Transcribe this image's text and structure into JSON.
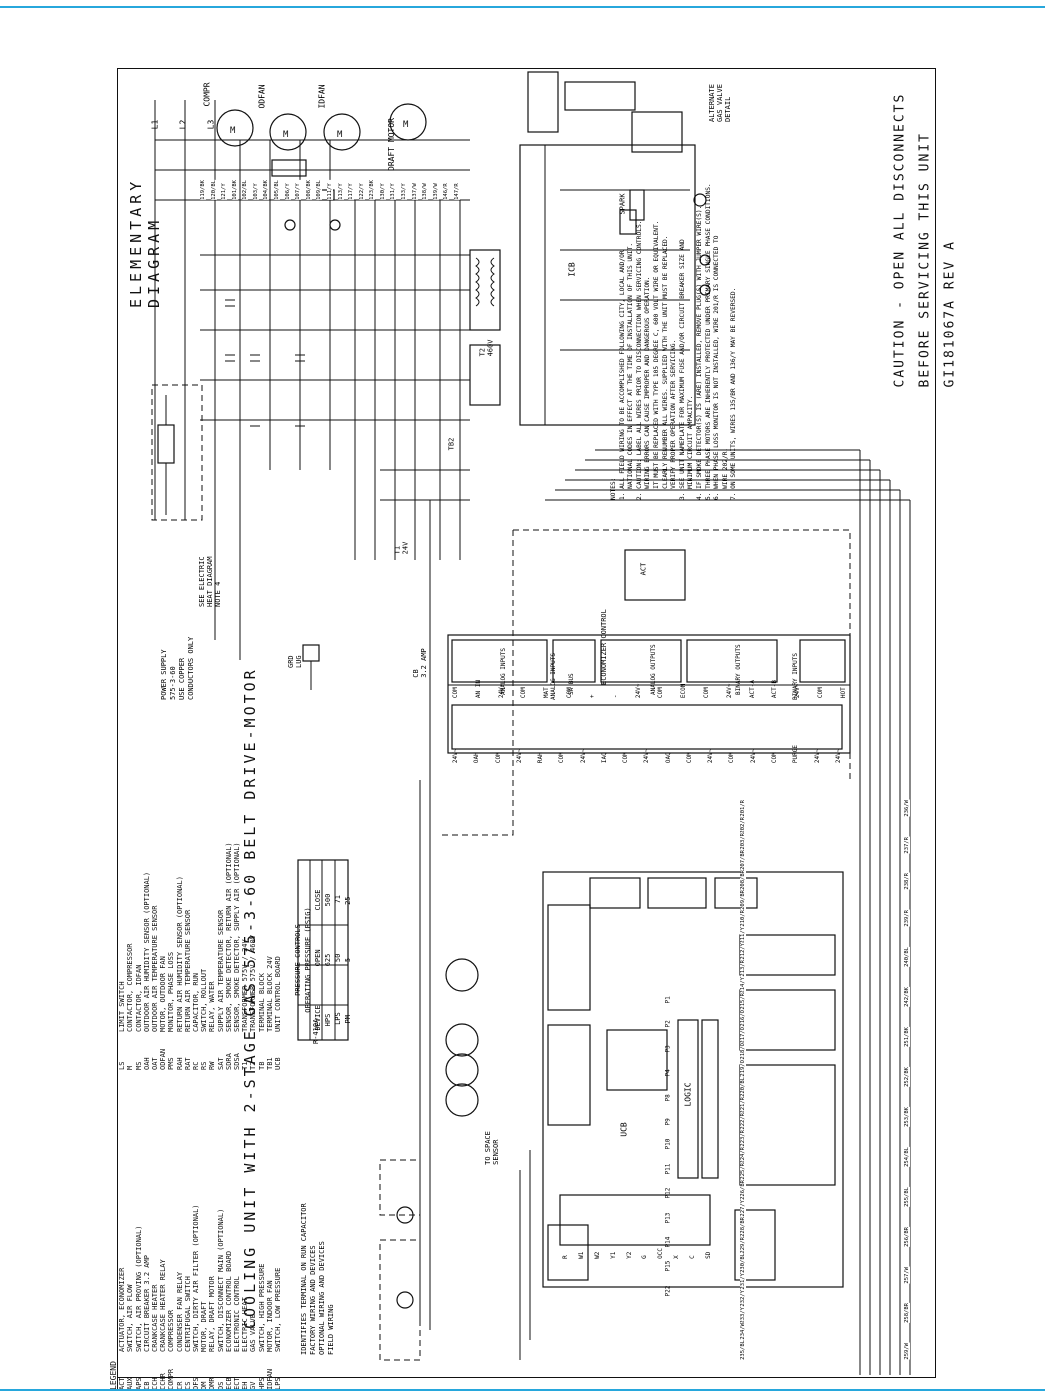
{
  "title": "COOLING UNIT WITH 2-STAGE GAS 575-3-60 BELT DRIVE-MOTOR",
  "diagram_label": "ELEMENTARY DIAGRAM",
  "caution_line1": "CAUTION - OPEN ALL DISCONNECTS",
  "caution_line2": "BEFORE SERVICING THIS UNIT",
  "drawing_number": "GI181067A REV A",
  "legend": {
    "heading": "LEGEND",
    "items": [
      [
        "ACT",
        "ACTUATOR, ECONOMIZER"
      ],
      [
        "AUX",
        "SWITCH, AIR FLOW"
      ],
      [
        "APS",
        "SWITCH, AIR PROVING (OPTIONAL)"
      ],
      [
        "CB",
        "CIRCUIT BREAKER 3.2 AMP"
      ],
      [
        "CCH",
        "CRANKCASE HEATER"
      ],
      [
        "CCHR",
        "CRANKCASE HEATER RELAY"
      ],
      [
        "COMPR",
        "COMPRESSOR"
      ],
      [
        "CR",
        "CONDENSER FAN RELAY"
      ],
      [
        "CS",
        "CENTRIFUGAL SWITCH"
      ],
      [
        "DFS",
        "SWITCH, DIRTY AIR FILTER (OPTIONAL)"
      ],
      [
        "DM",
        "MOTOR, DRAFT"
      ],
      [
        "DMR",
        "RELAY, DRAFT MOTOR"
      ],
      [
        "DS",
        "SWITCH, DISCONNECT MAIN (OPTIONAL)"
      ],
      [
        "ECB",
        "ECONOMIZER CONTROL BOARD"
      ],
      [
        "ECT",
        "ELECTRONIC CONTROL"
      ],
      [
        "EH",
        "ELECTRIC HEAT"
      ],
      [
        "GV",
        "GAS VALVE"
      ],
      [
        "HPS",
        "SWITCH, HIGH PRESSURE"
      ],
      [
        "IDFAN",
        "MOTOR, INDOOR FAN"
      ],
      [
        "LPS",
        "SWITCH, LOW PRESSURE"
      ],
      [
        "LS",
        "LIMIT SWITCH"
      ],
      [
        "M",
        "CONTACTOR, COMPRESSOR"
      ],
      [
        "MS",
        "CONTACTOR, IDFAN"
      ],
      [
        "OAH",
        "OUTDOOR AIR HUMIDITY SENSOR (OPTIONAL)"
      ],
      [
        "OAT",
        "OUTDOOR AIR TEMPERATURE SENSOR"
      ],
      [
        "ODFAN",
        "MOTOR, OUTDOOR FAN"
      ],
      [
        "PMS",
        "MONITOR, PHASE LOSS"
      ],
      [
        "RAH",
        "RETURN AIR HUMIDITY SENSOR (OPTIONAL)"
      ],
      [
        "RAT",
        "RETURN AIR TEMPERATURE SENSOR"
      ],
      [
        "RC",
        "CAPACITOR, RUN"
      ],
      [
        "RS",
        "SWITCH, ROLLOUT"
      ],
      [
        "RW",
        "RELAY, WATER"
      ],
      [
        "SAT",
        "SUPPLY AIR TEMPERATURE SENSOR"
      ],
      [
        "SDRA",
        "SENSOR, SMOKE DETECTOR, RETURN AIR (OPTIONAL)"
      ],
      [
        "SDSA",
        "SENSOR, SMOKE DETECTOR, SUPPLY AIR (OPTIONAL)"
      ],
      [
        "T1",
        "TRANSFORMER 575V / 24V"
      ],
      [
        "T2",
        "TRANSFORMER 575V / 460V"
      ],
      [
        "TB",
        "TERMINAL BLOCK"
      ],
      [
        "TB1",
        "TERMINAL BLOCK 24V"
      ],
      [
        "UCB",
        "UNIT CONTROL BOARD"
      ]
    ],
    "symbols": [
      "IDENTIFIES TERMINAL ON RUN CAPACITOR",
      "FACTORY WIRING AND DEVICES",
      "OPTIONAL WIRING AND DEVICES",
      "FIELD WIRING"
    ]
  },
  "pressure_controls": {
    "title": "PRESSURE CONTROLS",
    "subtitle": "OPERATING PRESSURE (PSIG)",
    "headers": [
      "DEVICE",
      "OPEN",
      "CLOSE"
    ],
    "rows": [
      [
        "HPS",
        "625",
        "500"
      ],
      [
        "LPS",
        "50",
        "71"
      ],
      [
        "PM",
        "5",
        "25"
      ]
    ],
    "side_label": "R-410A"
  },
  "power": {
    "supply_text": [
      "POWER SUPPLY",
      "575-3-60",
      "USE COPPER",
      "CONDUCTORS ONLY"
    ],
    "gnd": [
      "GRD",
      "LUG"
    ],
    "elec_heat_note": [
      "SEE ELECTRIC",
      "HEAT DIAGRAM",
      "NOTE 4"
    ],
    "lines": [
      "L1",
      "L2",
      "L3"
    ]
  },
  "components": {
    "compr": "COMPR",
    "odfan": "ODFAN",
    "idfan": "IDFAN",
    "draft_motor": "DRAFT MOTOR",
    "alt_gas_valve": [
      "ALTERNATE",
      "GAS VALVE",
      "DETAIL"
    ],
    "icb": "ICB",
    "econ_control": "ECONOMIZER CONTROL",
    "ucb": "UCB",
    "logic": "LOGIC",
    "to_space_sensor": [
      "TO SPACE",
      "SENSOR"
    ],
    "spark": "SPARK",
    "cb": [
      "CB",
      "3.2 AMP"
    ],
    "t1": [
      "T1",
      "24V"
    ],
    "t2": [
      "T2",
      "460V"
    ],
    "act": "ACT",
    "tb2": "TB2"
  },
  "econ_groups": {
    "analog_inputs": "ANALOG INPUTS",
    "sa_bus": "SA BUS",
    "analog_outputs": "ANALOG OUTPUTS",
    "binary_outputs": "BINARY OUTPUTS",
    "binary_inputs": "BINARY INPUTS",
    "ai_lower": "ANALOG INPUTS"
  },
  "econ_terminals_top": [
    "COM",
    "AN IN",
    "24V~",
    "COM",
    "MAT",
    "COM",
    "+",
    "-",
    "24V~",
    "COM",
    "ECON",
    "COM",
    "24V~",
    "ACT-A",
    "ACT-B",
    "24V~",
    "COM",
    "HOT"
  ],
  "econ_terminals_bottom": [
    "24V~",
    "OAH",
    "COM",
    "24V~",
    "RAH",
    "COM",
    "24V~",
    "IAQ",
    "COM",
    "24V~",
    "OAQ",
    "COM",
    "24V~",
    "COM",
    "24V~",
    "COM",
    "PURGE",
    "24V~",
    "24V~"
  ],
  "notes": [
    "NOTES:",
    "1. ALL FIELD WIRING TO BE ACCOMPLISHED FOLLOWING CITY, LOCAL AND/OR",
    "   NATIONAL CODES IN EFFECT AT THE TIME OF INSTALLATION OF THIS UNIT.",
    "2. CAUTION: LABEL ALL WIRES PRIOR TO DISCONNECTION WHEN SERVICING CONTROLS.",
    "   WIRING ERRORS CAN CAUSE IMPROPER AND DANGEROUS OPERATION.",
    "   IT MUST BE REPLACED WITH TYPE 105 DEGREE C, 600 VOLT WIRE OR EQUIVALENT.",
    "   CLEARLY RENUMBER ALL WIRES. SUPPLIED WITH THE UNIT MUST BE REPLACED.",
    "   VERIFY PROPER OPERATION AFTER SERVICING.",
    "3. SEE UNIT NAMEPLATE FOR MAXIMUM FUSE AND/OR CIRCUIT BREAKER SIZE AND",
    "   MINIMUM CIRCUIT AMPACITY.",
    "4. IF SMOKE DETECTOR(S) IS (ARE) INSTALLED, REMOVE PLUG(S) WITH JUMPER WIRE(S).",
    "5. THREE PHASE MOTORS ARE INHERENTLY PROTECTED UNDER PRIMARY SINGLE PHASE CONDITIONS.",
    "6. WHEN PHASE LOSS MONITOR IS NOT INSTALLED, WIRE 201/R IS CONNECTED TO",
    "   WIRE 202/R.",
    "7. ON SOME UNITS, WIRES 135/BR AND 136/Y MAY BE REVERSED."
  ],
  "wire_labels_top": [
    "119/BK",
    "120/BL",
    "121/Y",
    "101/BK",
    "102/BL",
    "103/Y",
    "104/BK",
    "105/BL",
    "106/Y",
    "107/Y",
    "108/BK",
    "109/BL",
    "111/Y",
    "113/Y",
    "117/Y",
    "122/Y",
    "123/BK",
    "130/Y",
    "131/Y",
    "133/Y",
    "137/W",
    "138/W",
    "139/W",
    "146/R",
    "147/R"
  ],
  "wire_labels_bottom": [
    "201/R",
    "202/R",
    "203/R",
    "207/BR",
    "208/BR",
    "209/BR",
    "210/R",
    "211/Y",
    "212/Y",
    "213/R",
    "214/Y",
    "215/R",
    "216/O",
    "217/O",
    "218/O",
    "219/O",
    "220/BL",
    "221/R",
    "222/R",
    "223/R",
    "224/R",
    "225/R",
    "226/BR",
    "227/Y",
    "228/BR",
    "229/R",
    "230/BL",
    "231/Y",
    "232/Y",
    "233/Y",
    "234/W",
    "235/BL",
    "236/W",
    "237/R",
    "238/R",
    "239/R",
    "240/BL",
    "242/BK",
    "251/BK",
    "252/BK",
    "253/BK",
    "254/BL",
    "255/BL",
    "256/BR",
    "257/W",
    "258/BR",
    "259/W"
  ],
  "ucb_connectors": [
    "P1",
    "P2",
    "P3",
    "P4",
    "P8",
    "P9",
    "P10",
    "P11",
    "P12",
    "P13",
    "P14",
    "P15",
    "P22"
  ],
  "tb1_terminals": [
    "R",
    "W1",
    "W2",
    "Y1",
    "Y2",
    "G",
    "OCC",
    "X",
    "C",
    "SD"
  ],
  "colors": {
    "rule": "#27a7dc",
    "ink": "#111111",
    "paper": "#ffffff"
  }
}
